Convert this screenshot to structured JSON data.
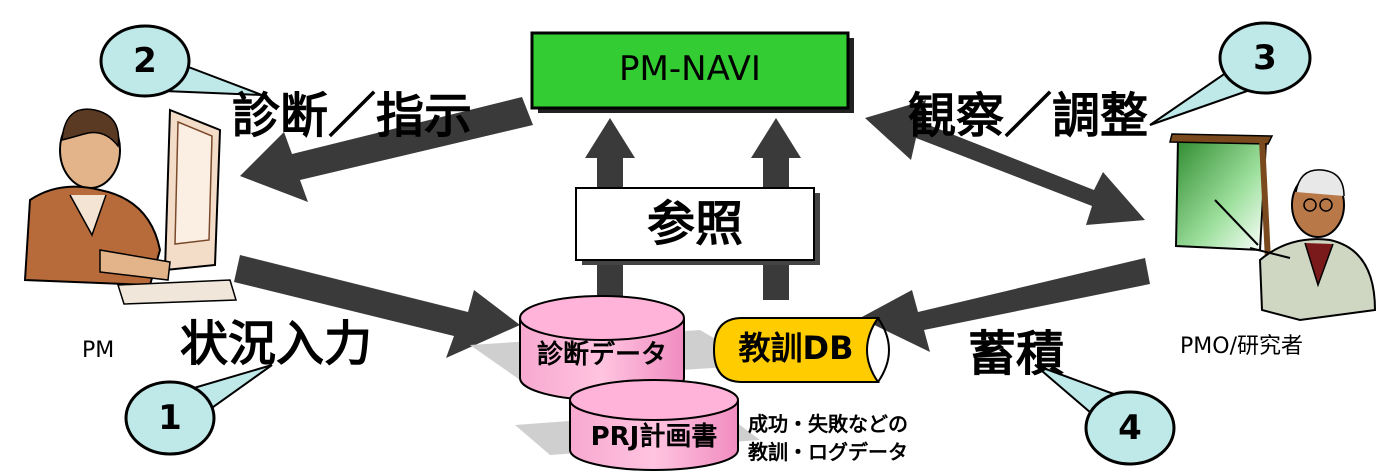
{
  "center_box": {
    "label": "PM-NAVI",
    "fill": "#33cc33"
  },
  "reference_label": "参照",
  "actors": {
    "pm": "PM",
    "pmo": "PMO/研究者"
  },
  "steps": [
    {
      "number": "1",
      "label": "状況入力"
    },
    {
      "number": "2",
      "label": "診断／指示"
    },
    {
      "number": "3",
      "label": "観察／調整"
    },
    {
      "number": "4",
      "label": "蓄積"
    }
  ],
  "data_stores": {
    "diagnosis": "診断データ",
    "plan": "PRJ計画書",
    "lessons": "教訓DB",
    "lessons_note_line1": "成功・失敗などの",
    "lessons_note_line2": "教訓・ログデータ"
  },
  "colors": {
    "callout": "#bfe8e8",
    "database": "#ff99cc",
    "lessons_db": "#ffcc00",
    "arrow": "#3a3a3a",
    "box": "#33cc33"
  }
}
